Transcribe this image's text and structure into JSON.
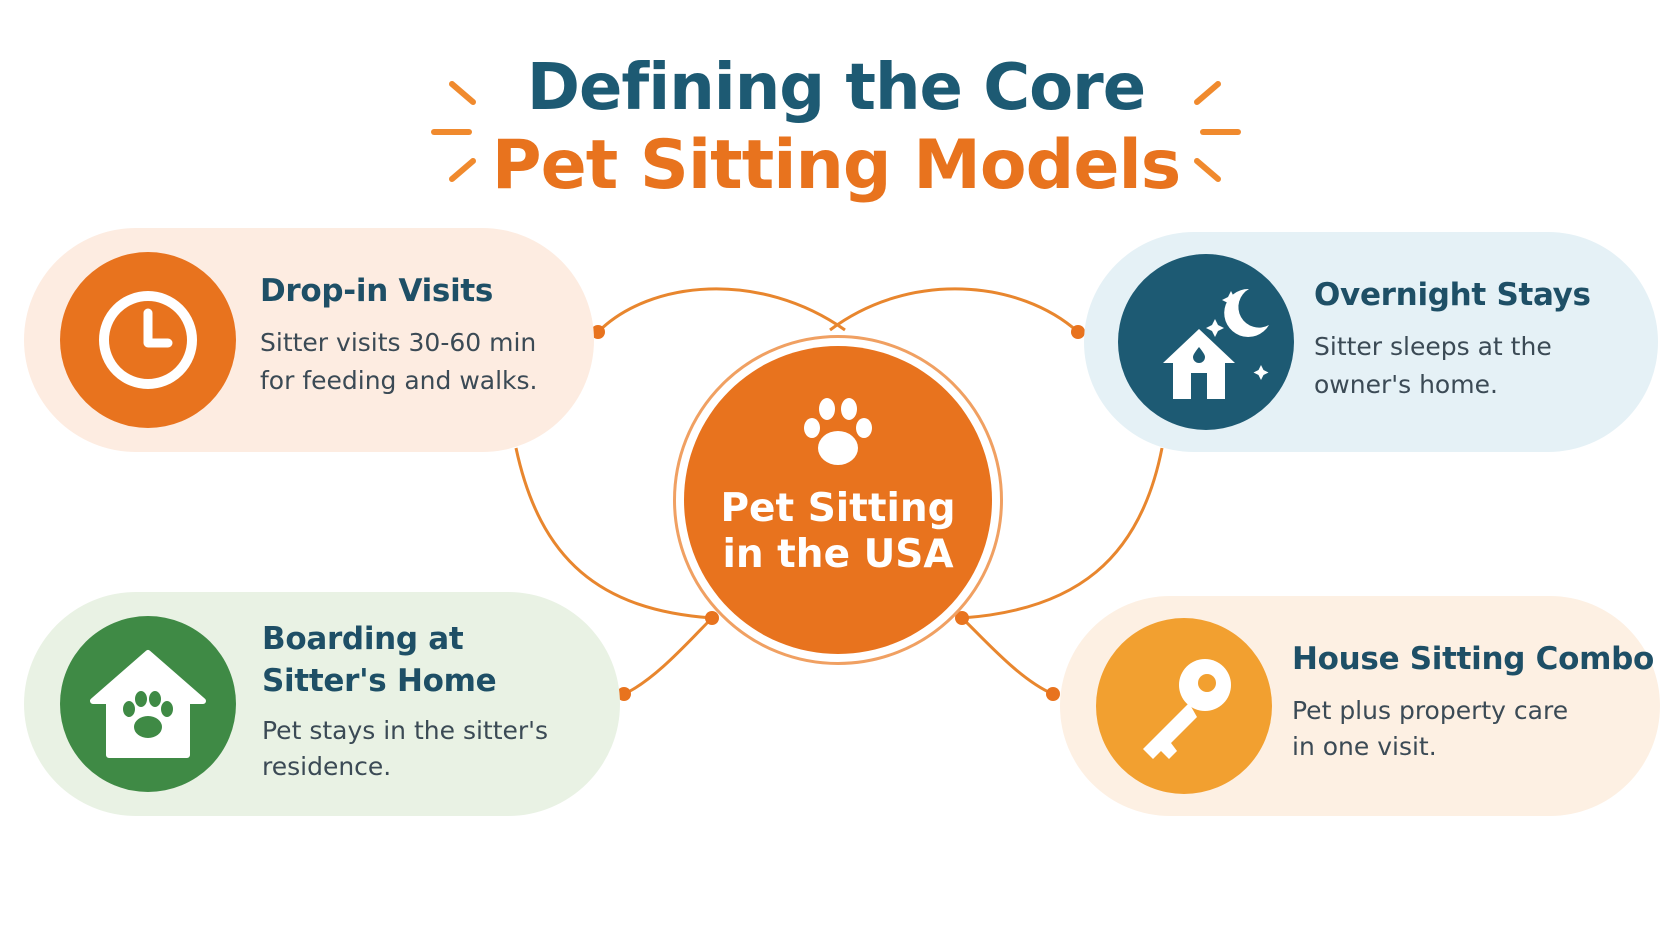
{
  "title": {
    "line1": "Defining the Core",
    "line2": "Pet Sitting Models",
    "line1_color": "#1d5a73",
    "line2_color": "#e8731e"
  },
  "hub": {
    "label_line1": "Pet Sitting",
    "label_line2": "in the USA",
    "icon": "paw-icon",
    "color": "#e8731e"
  },
  "models": [
    {
      "title": "Drop-in Visits",
      "description_line1": "Sitter visits 30-60 min",
      "description_line2": "for feeding and walks.",
      "icon": "clock-icon",
      "accent": "#e8731e",
      "background": "#fdece1"
    },
    {
      "title": "Overnight Stays",
      "description_line1": "Sitter sleeps at the",
      "description_line2": "owner's home.",
      "icon": "house-moon-stars-icon",
      "accent": "#1d5a73",
      "background": "#e5f1f6"
    },
    {
      "title_line1": "Boarding at",
      "title_line2": "Sitter's Home",
      "description_line1": "Pet stays in the sitter's",
      "description_line2": "residence.",
      "icon": "house-paw-icon",
      "accent": "#3f8a45",
      "background": "#e9f2e4"
    },
    {
      "title": "House Sitting Combo",
      "description_line1": "Pet plus property care",
      "description_line2": "in one visit.",
      "icon": "key-icon",
      "accent": "#f2a030",
      "background": "#fdf0e3"
    }
  ],
  "connector_color": "#e8862e"
}
